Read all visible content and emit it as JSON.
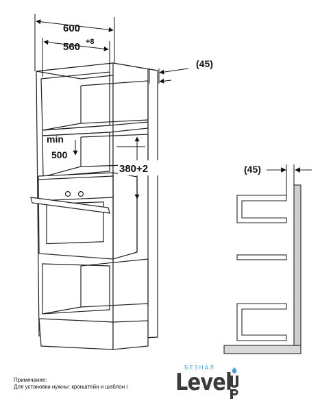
{
  "diagram": {
    "dim_width_total": "600",
    "dim_width_niche": "560",
    "dim_width_niche_tol": "+8",
    "dim_depth_gap": "(45)",
    "dim_min_label": "min",
    "dim_min_value": "500",
    "dim_height": "380+2",
    "side_dim_gap": "(45)"
  },
  "note": {
    "title": "Примечание:",
    "text": "Для установки нужны: кронштейн и шаблон і"
  },
  "logo": {
    "small": "БЕЗНАЛ",
    "main": "Level",
    "accent_color": "#4a9fd8",
    "text_color": "#3b3b3b"
  }
}
